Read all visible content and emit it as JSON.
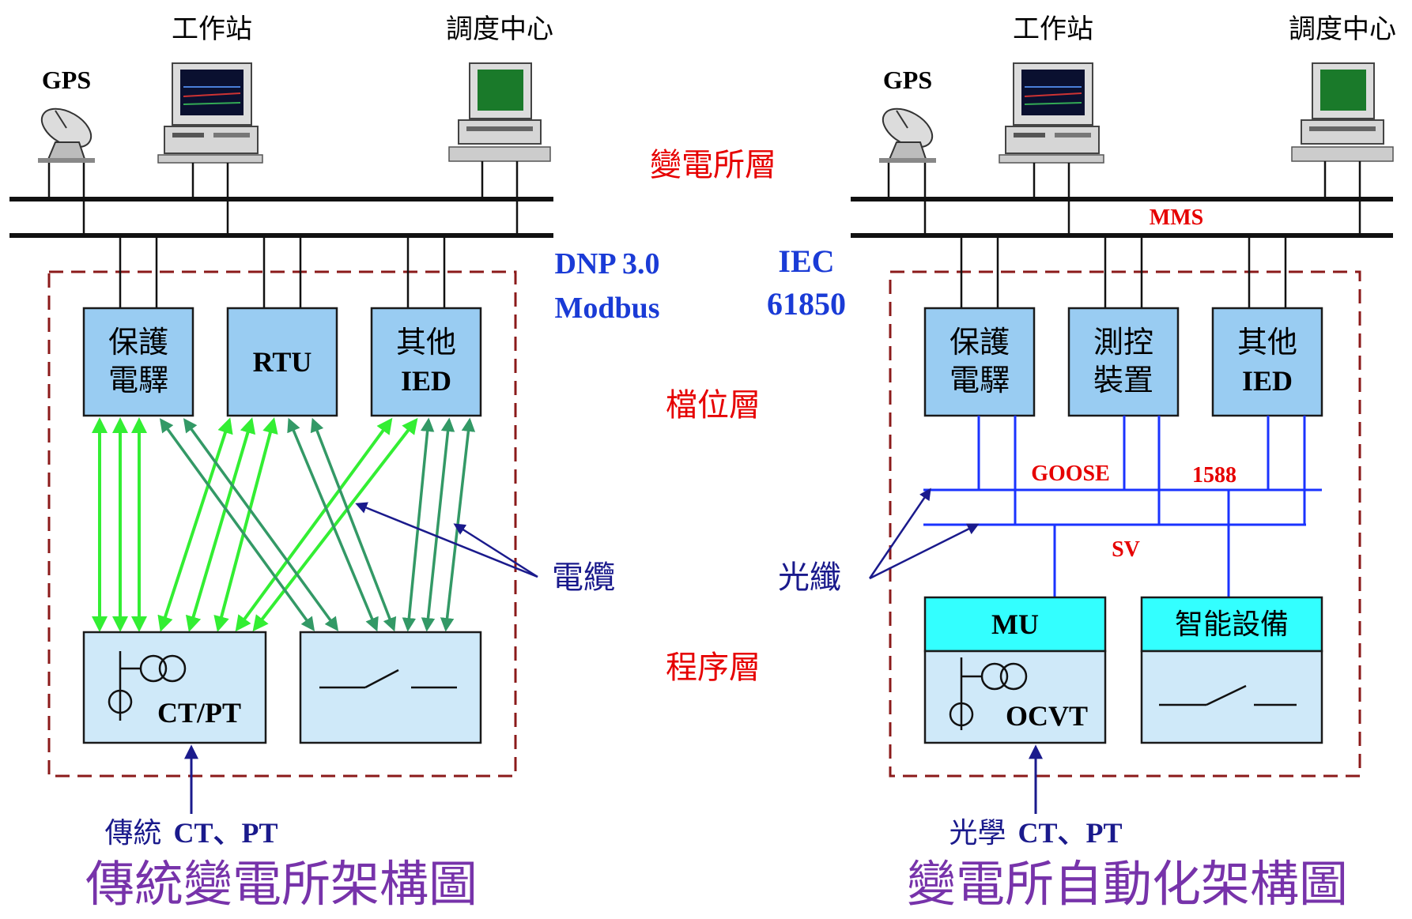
{
  "left": {
    "gps": "GPS",
    "workstation": "工作站",
    "dispatch": "調度中心",
    "protocol_line1": "DNP 3.0",
    "protocol_line2": "Modbus",
    "ied1_line1": "保護",
    "ied1_line2": "電驛",
    "rtu": "RTU",
    "ied3_line1": "其他",
    "ied3_line2": "IED",
    "ctpt_label": "CT/PT",
    "cable_label": "電纜",
    "source_prefix": "傳統",
    "source_suffix": "CT、PT",
    "title": "傳統變電所架構圖"
  },
  "middle": {
    "station_layer": "變電所層",
    "bay_layer": "檔位層",
    "process_layer": "程序層"
  },
  "right": {
    "gps": "GPS",
    "workstation": "工作站",
    "dispatch": "調度中心",
    "protocol_line1": "IEC",
    "protocol_line2": "61850",
    "mms": "MMS",
    "ied1_line1": "保護",
    "ied1_line2": "電驛",
    "ied2_line1": "測控",
    "ied2_line2": "裝置",
    "ied3_line1": "其他",
    "ied3_line2": "IED",
    "goose": "GOOSE",
    "ptp": "1588",
    "sv": "SV",
    "mu": "MU",
    "smart": "智能設備",
    "ocvt": "OCVT",
    "fiber_label": "光纖",
    "source_prefix": "光學",
    "source_suffix": "CT、PT",
    "title": "變電所自動化架構圖"
  },
  "colors": {
    "box_fill": "#99ccf2",
    "box_stroke": "#1a1a1a",
    "process_fill": "#cfe9f9",
    "mu_fill": "#33ffff",
    "dashed_border": "#8b1a1a",
    "layer_red": "#e60000",
    "protocol_blue": "#1a3bd6",
    "cable_arrow_green": "#33ee33",
    "cable_arrow_teal": "#339966",
    "fiber_blue": "#1a33ff",
    "annot_navy": "#1a1a8c",
    "title_purple": "#7733aa"
  }
}
